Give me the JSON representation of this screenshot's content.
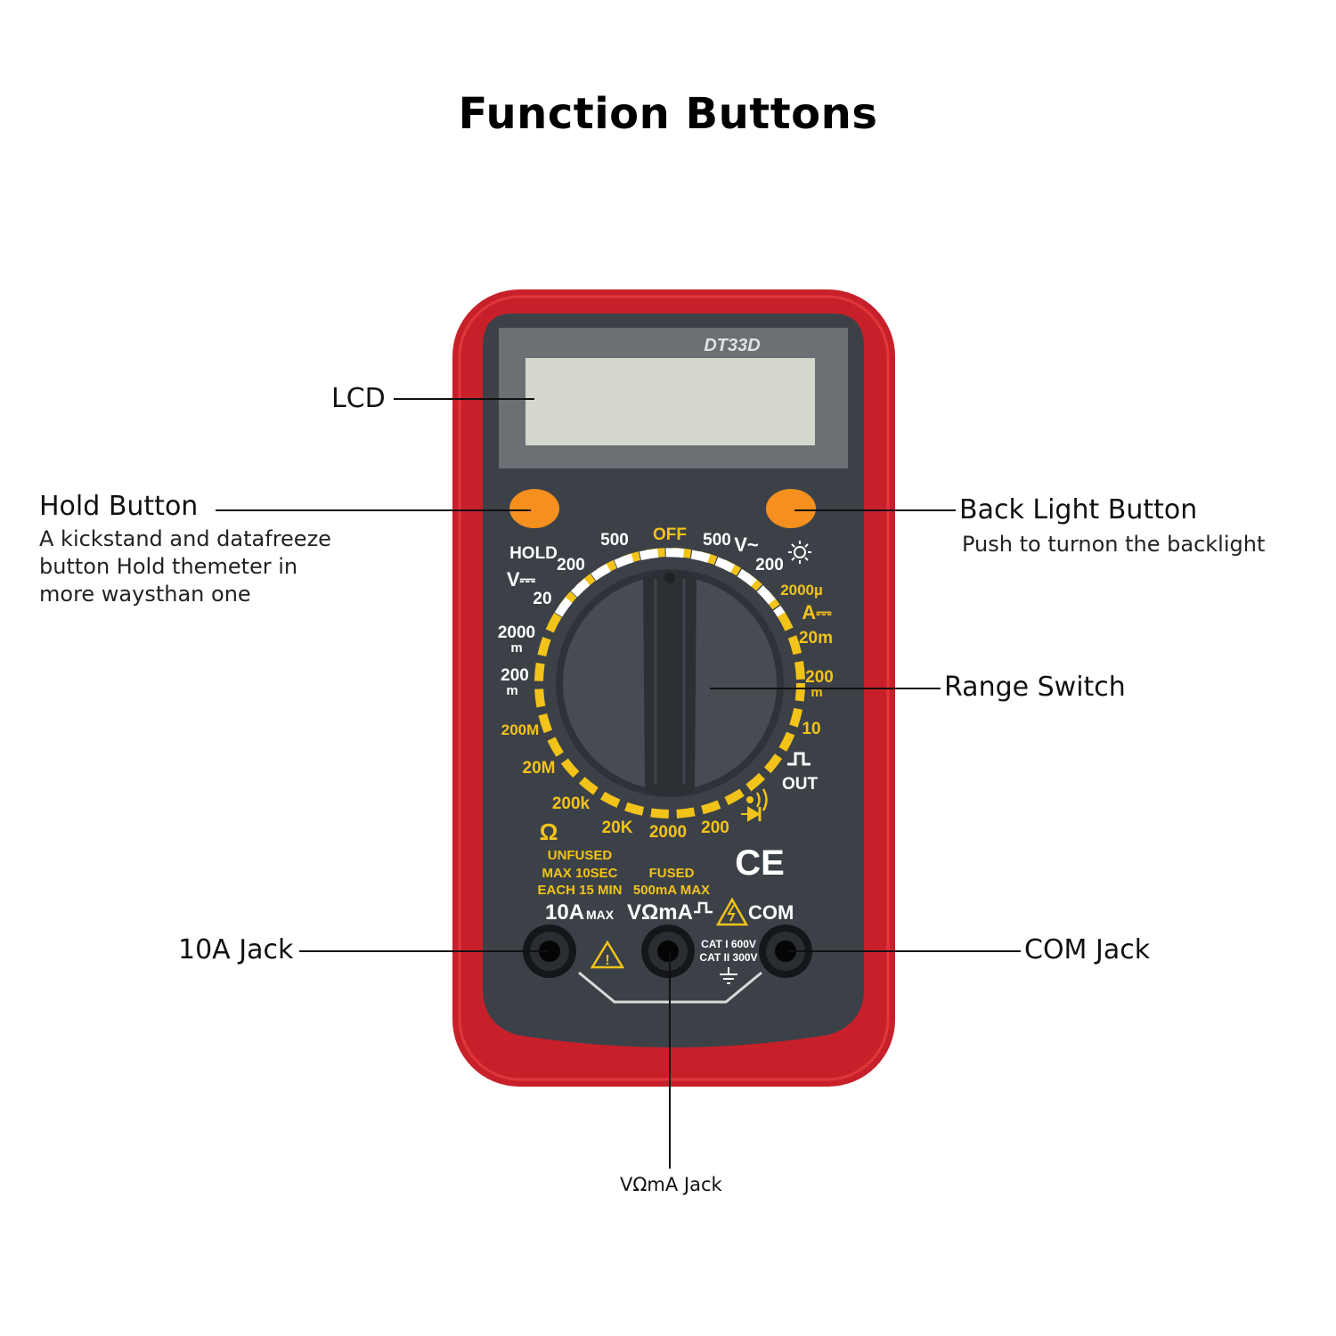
{
  "title": "Function Buttons",
  "meter": {
    "model": "DT33D",
    "dial": {
      "off": "OFF",
      "hold": "HOLD",
      "vdc": "V⎓",
      "vac": "V~",
      "adc": "A⎓",
      "ohm": "Ω",
      "out": "OUT",
      "ranges": {
        "v500l": "500",
        "v200l": "200",
        "v20": "20",
        "m2000a": "2000",
        "m2000b": "m",
        "m200a": "200",
        "m200b": "m",
        "r200M": "200M",
        "r20M": "20M",
        "r200k": "200k",
        "r20K": "20K",
        "r2000": "2000",
        "r200": "200",
        "v500r": "500",
        "v200r": "200",
        "a2000u": "2000µ",
        "a20m": "20m",
        "a200a": "200",
        "a200b": "m",
        "a10": "10"
      }
    },
    "jacks": {
      "unfused": [
        "UNFUSED",
        "MAX 10SEC",
        "EACH 15 MIN"
      ],
      "fused": [
        "FUSED",
        "500mA MAX"
      ],
      "label_10a": "10A",
      "label_max": "MAX",
      "label_vma": "VΩmA",
      "label_com": "COM",
      "cat1": "CAT I 600V",
      "cat2": "CAT II 300V"
    },
    "ce": "CE"
  },
  "callouts": {
    "lcd": {
      "label": "LCD"
    },
    "hold": {
      "label": "Hold Button",
      "desc": [
        "A kickstand and datafreeze",
        "button Hold themeter in",
        "more waysthan one"
      ]
    },
    "backlight": {
      "label": "Back Light Button",
      "desc": [
        "Push to turnon the backlight"
      ]
    },
    "range": {
      "label": "Range Switch"
    },
    "jack10a": {
      "label": "10A Jack"
    },
    "com": {
      "label": "COM Jack"
    },
    "vma": {
      "label": "VΩmA Jack"
    }
  },
  "colors": {
    "case_red": "#c8202a",
    "panel": "#3c4148",
    "lcd": "#d4d7cc",
    "button": "#f5901e",
    "marking": "#f2c318"
  }
}
